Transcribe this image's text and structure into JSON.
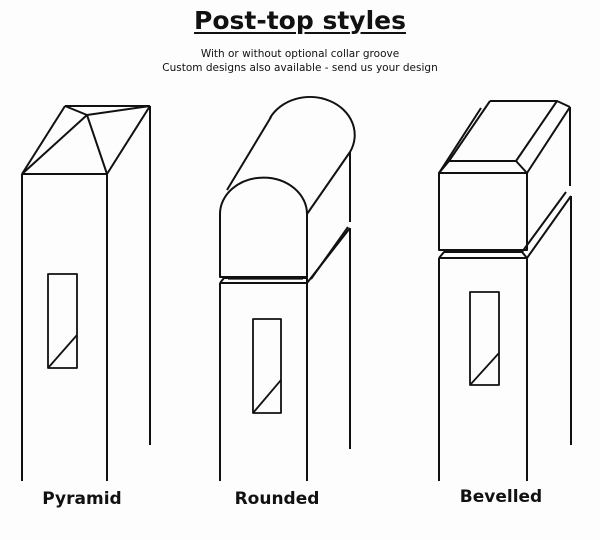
{
  "header": {
    "title": "Post-top styles",
    "subtitle_1": "With or without optional collar groove",
    "subtitle_2": "Custom designs also available - send us your design"
  },
  "styles": [
    {
      "label": "Pyramid"
    },
    {
      "label": "Rounded"
    },
    {
      "label": "Bevelled"
    }
  ],
  "colors": {
    "line": "#111111",
    "background": "#fdfdfd"
  }
}
